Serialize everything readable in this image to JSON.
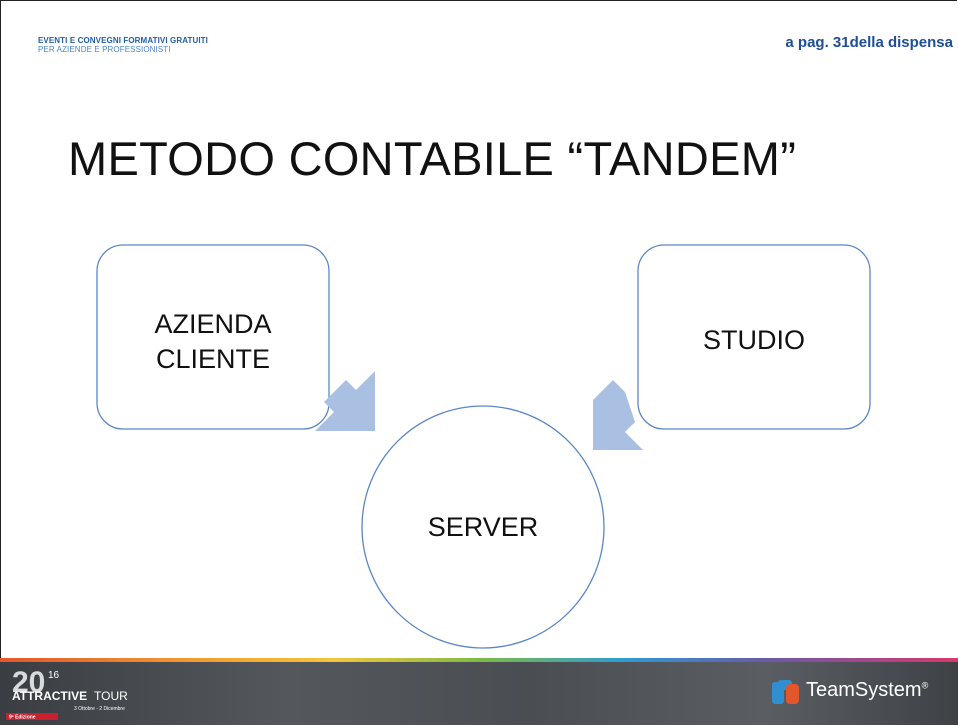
{
  "header": {
    "line1": "EVENTI E CONVEGNI FORMATIVI GRATUITI",
    "line2": "PER AZIENDE E PROFESSIONISTI",
    "page_ref": "a pag. 31della dispensa"
  },
  "title": "METODO CONTABILE “TANDEM”",
  "diagram": {
    "left_box": {
      "line1": "AZIENDA",
      "line2": "CLIENTE"
    },
    "right_box": {
      "label": "STUDIO"
    },
    "center_circle": {
      "label": "SERVER"
    },
    "colors": {
      "box_stroke": "#5b87c5",
      "arrow_fill": "#a9c0e2"
    }
  },
  "footer": {
    "event_year_small": "16",
    "event_name_bold": "ATTRACTIVE",
    "event_name_light": "TOUR",
    "event_dates": "3 Ottobre - 2 Dicembre",
    "edition": "9ª Edizione",
    "brand": "TeamSystem",
    "brand_mark": "®"
  }
}
